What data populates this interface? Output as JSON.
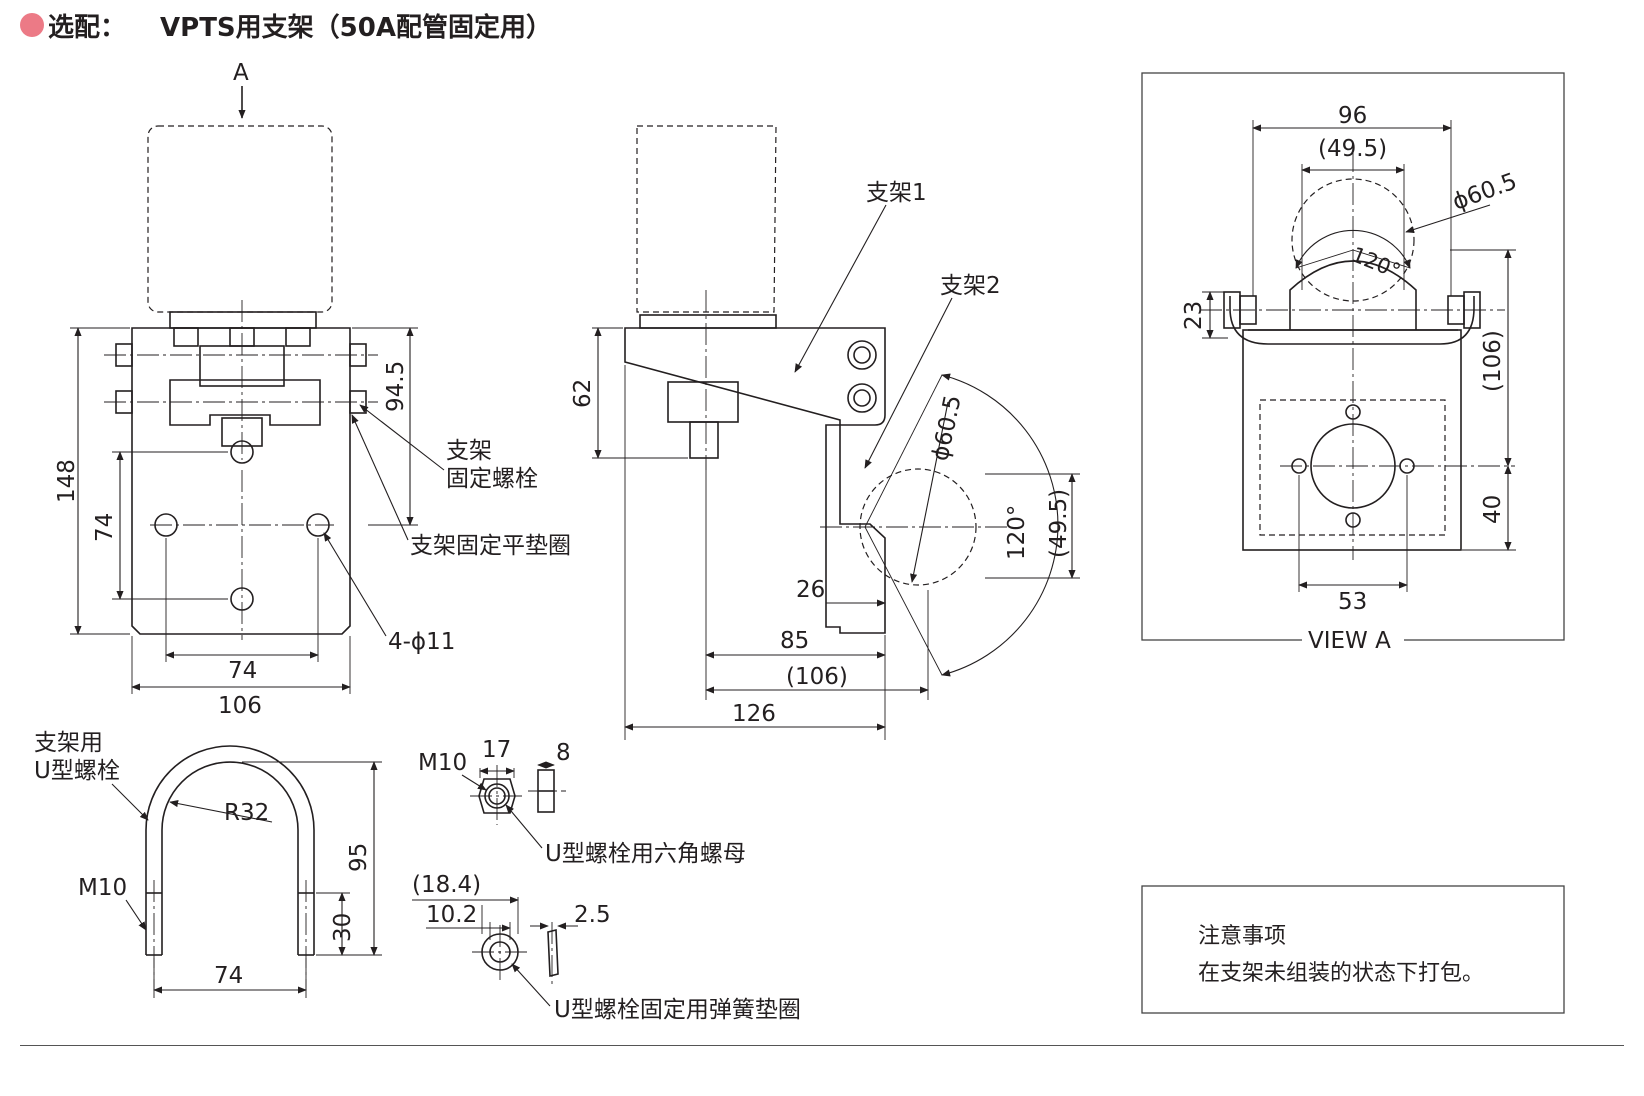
{
  "header": {
    "label": "选配：",
    "title": "VPTS用支架（50A配管固定用）",
    "accent_color": "#ec7a86"
  },
  "front_view": {
    "arrow_label": "A",
    "dims": {
      "width_106": "106",
      "hole_74": "74",
      "height_148": "148",
      "height_74": "74",
      "height_94_5": "94.5"
    },
    "callouts": {
      "bracket_bolt_line1": "支架",
      "bracket_bolt_line2": "固定螺栓",
      "washer": "支架固定平垫圈",
      "holes": "4-ϕ11"
    }
  },
  "side_view": {
    "callouts": {
      "bracket1": "支架1",
      "bracket2": "支架2"
    },
    "dims": {
      "h62": "62",
      "d26": "26",
      "d85": "85",
      "d106": "(106)",
      "d126": "126",
      "dia": "ϕ60.5",
      "angle": "120°",
      "d49_5": "(49.5)"
    }
  },
  "view_a": {
    "label": "VIEW A",
    "dims": {
      "w96": "96",
      "w49_5": "(49.5)",
      "dia": "ϕ60.5",
      "angle": "120°",
      "h23": "23",
      "h106": "(106)",
      "h40": "40",
      "w53": "53"
    }
  },
  "u_bolt": {
    "label_line1": "支架用",
    "label_line2": "U型螺栓",
    "radius": "R32",
    "thread": "M10",
    "h95": "95",
    "h30": "30",
    "w74": "74"
  },
  "nut": {
    "thread": "M10",
    "w17": "17",
    "t8": "8",
    "callout": "U型螺栓用六角螺母"
  },
  "washer": {
    "d18_4": "(18.4)",
    "d10_2": "10.2",
    "t2_5": "2.5",
    "callout": "U型螺栓固定用弹簧垫圈"
  },
  "notes": {
    "title": "注意事项",
    "body": "在支架未组装的状态下打包。"
  }
}
